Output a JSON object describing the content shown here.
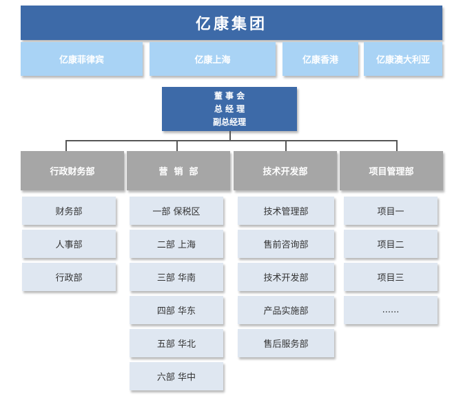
{
  "title": "亿康集团",
  "regions": [
    "亿康菲律宾",
    "亿康上海",
    "亿康香港",
    "亿康澳大利亚"
  ],
  "board": {
    "line1": "董 事 会",
    "line2": "总 经 理",
    "line3": "副总经理"
  },
  "departments": [
    {
      "name": "行政财务部",
      "units": [
        "财务部",
        "人事部",
        "行政部"
      ]
    },
    {
      "name": "营  销  部",
      "units": [
        "一部 保税区",
        "二部 上海",
        "三部 华南",
        "四部 华东",
        "五部 华北",
        "六部 华中"
      ]
    },
    {
      "name": "技术开发部",
      "units": [
        "技术管理部",
        "售前咨询部",
        "技术开发部",
        "产品实施部",
        "售后服务部"
      ]
    },
    {
      "name": "项目管理部",
      "units": [
        "项目一",
        "项目二",
        "项目三",
        "......"
      ]
    }
  ],
  "colors": {
    "primary": "#3d6aa8",
    "region": "#a9d3f5",
    "department": "#a6a6a6",
    "unit": "#dfe7f1"
  }
}
